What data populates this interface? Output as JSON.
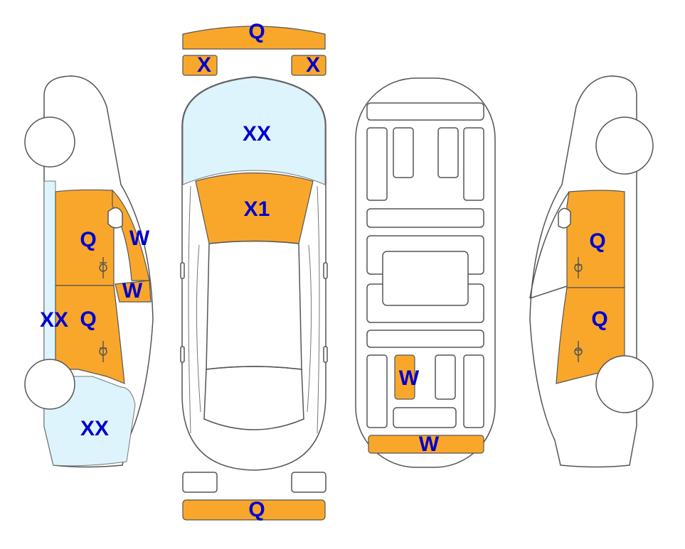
{
  "colors": {
    "damage_orange": "#F9A72B",
    "damage_blue": "#DDF4FC",
    "label": "#0000CC",
    "outline": "#555555",
    "panel_fill": "#FFFFFF"
  },
  "labels": {
    "front_bumper": "Q",
    "headlight_left": "X",
    "headlight_right": "X",
    "hood": "XX",
    "windshield": "X1",
    "rear_bumper": "Q",
    "trunk_floor_panel": "W",
    "trunk_rear_panel": "W",
    "left_front_door": "Q",
    "left_rear_door": "Q",
    "left_front_window": "W",
    "left_rear_window": "W",
    "left_rocker": "XX",
    "left_rear_quarter": "XX",
    "right_front_door": "Q",
    "right_rear_door": "Q"
  }
}
